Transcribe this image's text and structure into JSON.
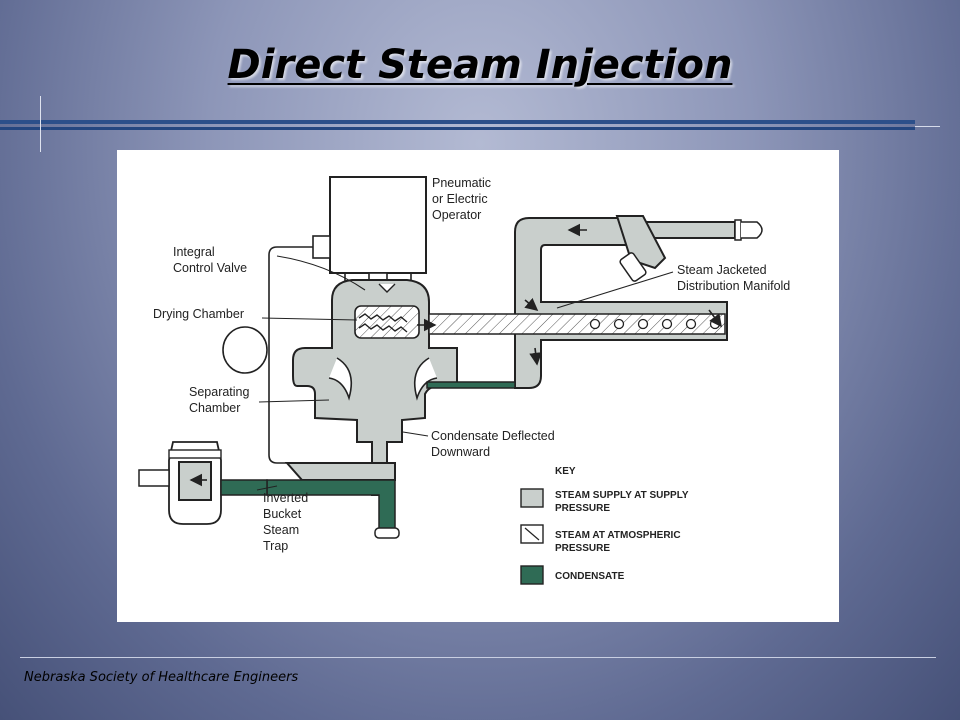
{
  "slide": {
    "title": "Direct Steam Injection",
    "footer": "Nebraska Society of Healthcare Engineers"
  },
  "diagram": {
    "labels": {
      "operator_l1": "Pneumatic",
      "operator_l2": "or Electric",
      "operator_l3": "Operator",
      "valve_l1": "Integral",
      "valve_l2": "Control Valve",
      "drying": "Drying Chamber",
      "manifold_l1": "Steam Jacketed",
      "manifold_l2": "Distribution Manifold",
      "separating_l1": "Separating",
      "separating_l2": "Chamber",
      "deflected_l1": "Condensate Deflected",
      "deflected_l2": "Downward",
      "trap_l1": "Inverted",
      "trap_l2": "Bucket",
      "trap_l3": "Steam",
      "trap_l4": "Trap"
    },
    "key": {
      "title": "KEY",
      "supply_l1": "STEAM SUPPLY AT SUPPLY",
      "supply_l2": "PRESSURE",
      "atmos_l1": "STEAM AT ATMOSPHERIC",
      "atmos_l2": "PRESSURE",
      "condensate": "CONDENSATE"
    },
    "colors": {
      "steam_supply": "#c9cfcc",
      "condensate": "#2f6b55"
    }
  }
}
